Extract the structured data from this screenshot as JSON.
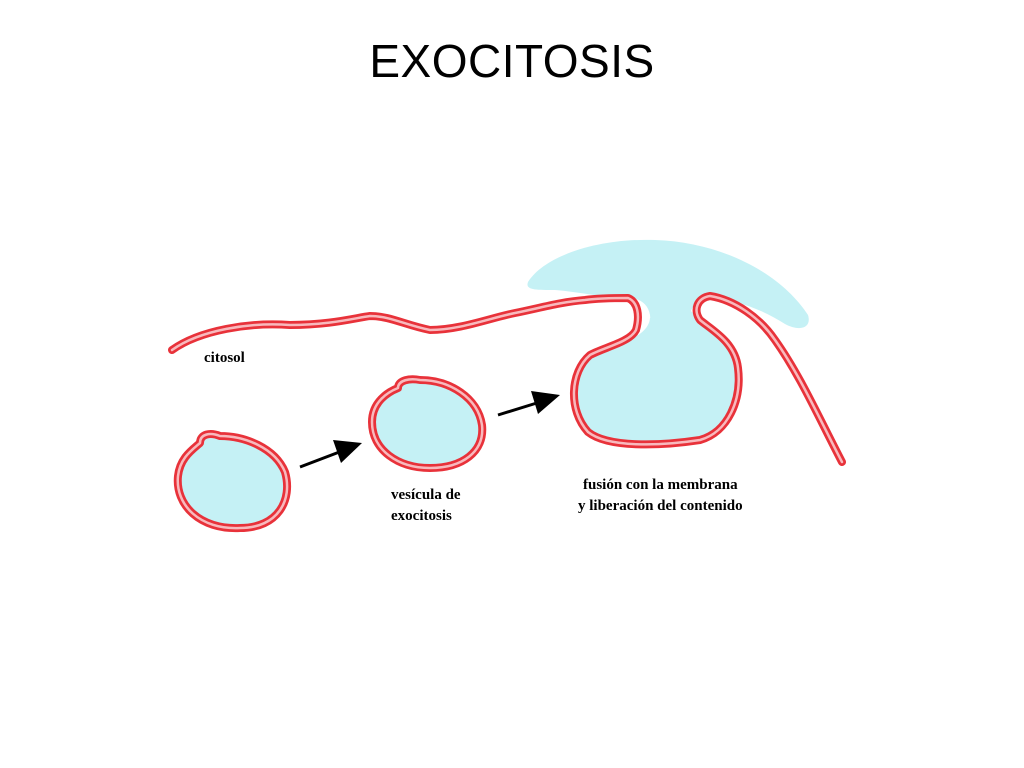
{
  "title": "EXOCITOSIS",
  "labels": {
    "cytosol": "citosol",
    "vesicle_line1": "vesícula de",
    "vesicle_line2": "exocitosis",
    "fusion_line1": "fusión con la membrana",
    "fusion_line2": "y liberación del contenido"
  },
  "colors": {
    "membrane_outer": "#e8323a",
    "membrane_inner": "#f8b9bd",
    "content": "#c5f1f5",
    "arrow": "#000000",
    "background": "#ffffff"
  }
}
